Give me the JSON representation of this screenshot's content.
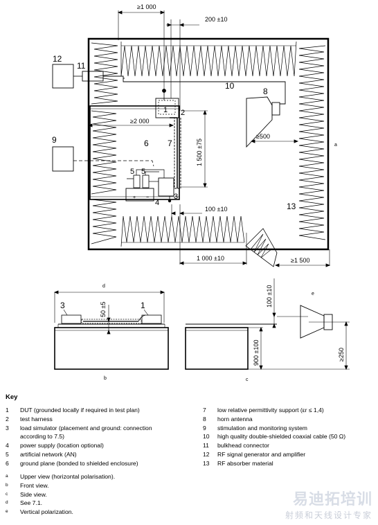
{
  "labels": {
    "dim_ge1000_top": "≥1 000",
    "dim_200": "200 ±10",
    "dim_ge2000": "≥2 000",
    "dim_1500": "1 500 ±75",
    "dim_ge500": "≥500",
    "dim_100_top": "100 ±10",
    "dim_1000_bottom": "1 000 ±10",
    "dim_ge1500": "≥1 500",
    "dim_50": "50 ±5",
    "dim_100_side": "100 ±10",
    "dim_900": "900 ±100",
    "dim_ge250": "≥250",
    "n1": "1",
    "n2": "2",
    "n3": "3",
    "n4": "4",
    "n5a": "5",
    "n5b": "5",
    "n6": "6",
    "n7": "7",
    "n8": "8",
    "n9": "9",
    "n10": "10",
    "n11": "11",
    "n12": "12",
    "n13": "13",
    "front_n3": "3",
    "front_n1": "1",
    "note_a": "a",
    "note_b": "b",
    "note_c": "c",
    "note_d": "d",
    "note_e": "e"
  },
  "key": {
    "title": "Key",
    "left": [
      {
        "n": "1",
        "t": "DUT (grounded locally if required in test plan)"
      },
      {
        "n": "2",
        "t": "test harness"
      },
      {
        "n": "3",
        "t": "load simulator (placement and ground: connection"
      },
      {
        "n": "",
        "t": "according to 7.5)"
      },
      {
        "n": "4",
        "t": "power supply (location optional)"
      },
      {
        "n": "5",
        "t": "artificial  network (AN)"
      },
      {
        "n": "6",
        "t": "ground plane (bonded to shielded enclosure)"
      }
    ],
    "notes": [
      {
        "n": "a",
        "t": "Upper view (horizontal polarisation)."
      },
      {
        "n": "b",
        "t": "Front view."
      },
      {
        "n": "c",
        "t": "Side view."
      },
      {
        "n": "d",
        "t": "See 7.1."
      },
      {
        "n": "e",
        "t": "Vertical polarization."
      }
    ],
    "right": [
      {
        "n": "7",
        "t": "low relative permittivity support (εr ≤ 1,4)"
      },
      {
        "n": "8",
        "t": "horn antenna"
      },
      {
        "n": "9",
        "t": "stimulation and monitoring system"
      },
      {
        "n": "10",
        "t": "high quality double-shielded coaxial cable (50 Ω)"
      },
      {
        "n": "11",
        "t": "bulkhead connector"
      },
      {
        "n": "12",
        "t": "RF signal generator and amplifier"
      },
      {
        "n": "13",
        "t": "RF absorber material"
      }
    ]
  },
  "watermark": {
    "main": "易迪拓培训",
    "sub": "射频和天线设计专家"
  }
}
